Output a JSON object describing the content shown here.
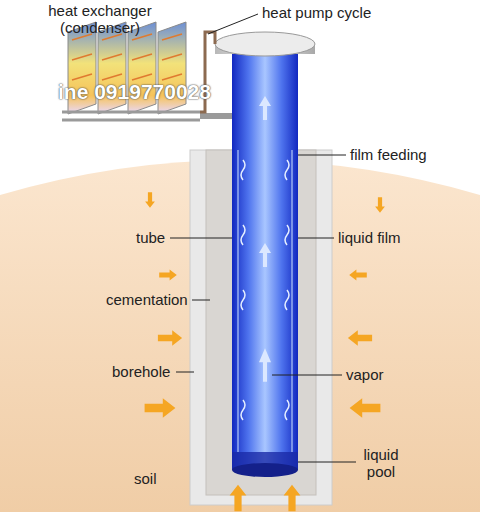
{
  "diagram": {
    "labels": [
      "heat exchanger (condenser)",
      "heat pump cycle",
      "ine 0919770028",
      "film feeding",
      "tube",
      "liquid film",
      "cementation",
      "borehole",
      "vapor",
      "liquid pool",
      "soil"
    ]
  }
}
